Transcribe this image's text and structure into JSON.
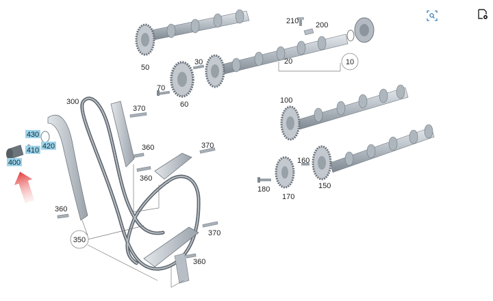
{
  "labels": {
    "p10": "10",
    "p20": "20",
    "p30": "30",
    "p50": "50",
    "p60": "60",
    "p70": "70",
    "p100": "100",
    "p150": "150",
    "p160": "160",
    "p170": "170",
    "p180": "180",
    "p200": "200",
    "p210": "210",
    "p300": "300",
    "p350": "350",
    "p360a": "360",
    "p360b": "360",
    "p360c": "360",
    "p360d": "360",
    "p370a": "370",
    "p370b": "370",
    "p370c": "370",
    "p400": "400",
    "p410": "410",
    "p420": "420",
    "p430": "430"
  },
  "icons": {
    "top_right_1": "zoom-search-icon",
    "top_right_2": "document-settings-icon"
  },
  "colors": {
    "highlight": "#9fd4ea",
    "part": "#c6ccd3",
    "part_dark": "#8f979f",
    "arrow": "#e23b3b"
  }
}
